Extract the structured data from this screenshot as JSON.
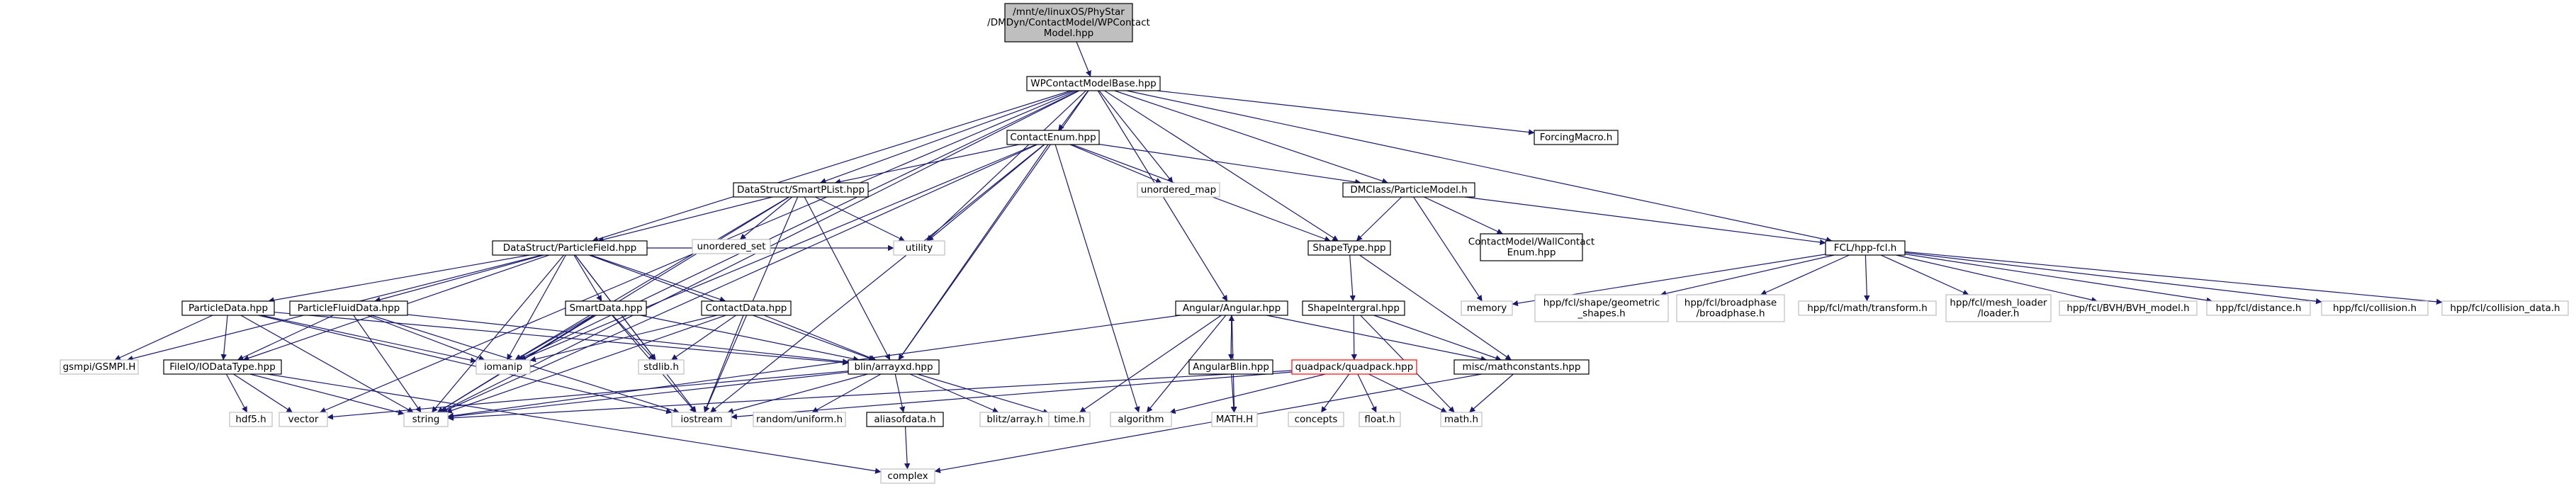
{
  "colors": {
    "edge": "#191970",
    "root_fill": "#bfbfbf",
    "root_border": "#000000",
    "documented_border": "#000000",
    "undocumented_border": "#bfbfbf",
    "truncated_border": "#ff0000",
    "text": "#000000",
    "background": "#ffffff"
  },
  "nodes": [
    {
      "id": "root",
      "lines": [
        "/mnt/e/linuxOS/PhyStar",
        "/DMDyn/ContactModel/WPContact",
        "Model.hpp"
      ],
      "kind": "root"
    },
    {
      "id": "wpbase",
      "lines": [
        "WPContactModelBase.hpp"
      ],
      "kind": "documented"
    },
    {
      "id": "forcing",
      "lines": [
        "ForcingMacro.h"
      ],
      "kind": "documented"
    },
    {
      "id": "contactenum",
      "lines": [
        "ContactEnum.hpp"
      ],
      "kind": "documented"
    },
    {
      "id": "smartplist",
      "lines": [
        "DataStruct/SmartPList.hpp"
      ],
      "kind": "documented"
    },
    {
      "id": "unordered_map",
      "lines": [
        "unordered_map"
      ],
      "kind": "system"
    },
    {
      "id": "utility",
      "lines": [
        "utility"
      ],
      "kind": "system"
    },
    {
      "id": "particlemodel",
      "lines": [
        "DMClass/ParticleModel.h"
      ],
      "kind": "documented"
    },
    {
      "id": "unordered_set",
      "lines": [
        "unordered_set"
      ],
      "kind": "system"
    },
    {
      "id": "particlefield",
      "lines": [
        "DataStruct/ParticleField.hpp"
      ],
      "kind": "documented"
    },
    {
      "id": "shapetype",
      "lines": [
        "ShapeType.hpp"
      ],
      "kind": "documented"
    },
    {
      "id": "wallcontact",
      "lines": [
        "ContactModel/WallContact",
        "Enum.hpp"
      ],
      "kind": "documented"
    },
    {
      "id": "fclhpp",
      "lines": [
        "FCL/hpp-fcl.h"
      ],
      "kind": "documented"
    },
    {
      "id": "memory",
      "lines": [
        "memory"
      ],
      "kind": "system"
    },
    {
      "id": "fcl_shape",
      "lines": [
        "hpp/fcl/shape/geometric",
        "_shapes.h"
      ],
      "kind": "system"
    },
    {
      "id": "fcl_broad",
      "lines": [
        "hpp/fcl/broadphase",
        "/broadphase.h"
      ],
      "kind": "system"
    },
    {
      "id": "fcl_transform",
      "lines": [
        "hpp/fcl/math/transform.h"
      ],
      "kind": "system"
    },
    {
      "id": "fcl_mesh",
      "lines": [
        "hpp/fcl/mesh_loader",
        "/loader.h"
      ],
      "kind": "system"
    },
    {
      "id": "fcl_bvh",
      "lines": [
        "hpp/fcl/BVH/BVH_model.h"
      ],
      "kind": "system"
    },
    {
      "id": "fcl_distance",
      "lines": [
        "hpp/fcl/distance.h"
      ],
      "kind": "system"
    },
    {
      "id": "fcl_collision",
      "lines": [
        "hpp/fcl/collision.h"
      ],
      "kind": "system"
    },
    {
      "id": "fcl_collision_data",
      "lines": [
        "hpp/fcl/collision_data.h"
      ],
      "kind": "system"
    },
    {
      "id": "particledata",
      "lines": [
        "ParticleData.hpp"
      ],
      "kind": "documented"
    },
    {
      "id": "particlefluid",
      "lines": [
        "ParticleFluidData.hpp"
      ],
      "kind": "documented"
    },
    {
      "id": "smartdata",
      "lines": [
        "SmartData.hpp"
      ],
      "kind": "documented"
    },
    {
      "id": "contactdata",
      "lines": [
        "ContactData.hpp"
      ],
      "kind": "documented"
    },
    {
      "id": "angular",
      "lines": [
        "Angular/Angular.hpp"
      ],
      "kind": "documented"
    },
    {
      "id": "shapeint",
      "lines": [
        "ShapeIntergral.hpp"
      ],
      "kind": "documented"
    },
    {
      "id": "angularblin",
      "lines": [
        "AngularBlin.hpp"
      ],
      "kind": "documented"
    },
    {
      "id": "quadpack",
      "lines": [
        "quadpack/quadpack.hpp"
      ],
      "kind": "truncated"
    },
    {
      "id": "mathconst",
      "lines": [
        "misc/mathconstants.hpp"
      ],
      "kind": "documented"
    },
    {
      "id": "gsmpi",
      "lines": [
        "gsmpi/GSMPI.H"
      ],
      "kind": "system"
    },
    {
      "id": "fileio",
      "lines": [
        "FileIO/IODataType.hpp"
      ],
      "kind": "documented"
    },
    {
      "id": "iomanip",
      "lines": [
        "iomanip"
      ],
      "kind": "system"
    },
    {
      "id": "stdlib",
      "lines": [
        "stdlib.h"
      ],
      "kind": "system"
    },
    {
      "id": "blitz",
      "lines": [
        "blin/arrayxd.hpp"
      ],
      "kind": "documented"
    },
    {
      "id": "hdf5",
      "lines": [
        "hdf5.h"
      ],
      "kind": "system"
    },
    {
      "id": "vector",
      "lines": [
        "vector"
      ],
      "kind": "system"
    },
    {
      "id": "string",
      "lines": [
        "string"
      ],
      "kind": "system"
    },
    {
      "id": "iostream",
      "lines": [
        "iostream"
      ],
      "kind": "system"
    },
    {
      "id": "random",
      "lines": [
        "random/uniform.h"
      ],
      "kind": "system"
    },
    {
      "id": "aliasof",
      "lines": [
        "aliasofdata.h"
      ],
      "kind": "documented"
    },
    {
      "id": "blitzarray",
      "lines": [
        "blitz/array.h"
      ],
      "kind": "system"
    },
    {
      "id": "timeh",
      "lines": [
        "time.h"
      ],
      "kind": "system"
    },
    {
      "id": "algorithm",
      "lines": [
        "algorithm"
      ],
      "kind": "system"
    },
    {
      "id": "mathH",
      "lines": [
        "MATH.H"
      ],
      "kind": "system"
    },
    {
      "id": "concepts",
      "lines": [
        "concepts"
      ],
      "kind": "system"
    },
    {
      "id": "floath",
      "lines": [
        "float.h"
      ],
      "kind": "system"
    },
    {
      "id": "mathh",
      "lines": [
        "math.h"
      ],
      "kind": "system"
    },
    {
      "id": "complex",
      "lines": [
        "complex"
      ],
      "kind": "system"
    }
  ],
  "edges": [
    [
      "root",
      "wpbase"
    ],
    [
      "wpbase",
      "forcing"
    ],
    [
      "wpbase",
      "contactenum"
    ],
    [
      "wpbase",
      "smartplist"
    ],
    [
      "wpbase",
      "unordered_map"
    ],
    [
      "wpbase",
      "utility"
    ],
    [
      "wpbase",
      "particlemodel"
    ],
    [
      "wpbase",
      "particlefield"
    ],
    [
      "wpbase",
      "shapetype"
    ],
    [
      "wpbase",
      "fclhpp"
    ],
    [
      "wpbase",
      "angular"
    ],
    [
      "wpbase",
      "blitz"
    ],
    [
      "wpbase",
      "iomanip"
    ],
    [
      "wpbase",
      "string"
    ],
    [
      "wpbase",
      "vector"
    ],
    [
      "contactenum",
      "smartplist"
    ],
    [
      "contactenum",
      "unordered_map"
    ],
    [
      "contactenum",
      "utility"
    ],
    [
      "contactenum",
      "particlemodel"
    ],
    [
      "contactenum",
      "shapetype"
    ],
    [
      "contactenum",
      "blitz"
    ],
    [
      "contactenum",
      "iostream"
    ],
    [
      "contactenum",
      "string"
    ],
    [
      "contactenum",
      "iomanip"
    ],
    [
      "contactenum",
      "algorithm"
    ],
    [
      "smartplist",
      "particlefield"
    ],
    [
      "smartplist",
      "unordered_set"
    ],
    [
      "smartplist",
      "utility"
    ],
    [
      "smartplist",
      "blitz"
    ],
    [
      "smartplist",
      "iomanip"
    ],
    [
      "smartplist",
      "iostream"
    ],
    [
      "smartplist",
      "string"
    ],
    [
      "particlemodel",
      "shapetype"
    ],
    [
      "particlemodel",
      "wallcontact"
    ],
    [
      "particlemodel",
      "fclhpp"
    ],
    [
      "particlemodel",
      "memory"
    ],
    [
      "shapetype",
      "shapeint"
    ],
    [
      "shapetype",
      "mathconst"
    ],
    [
      "fclhpp",
      "memory"
    ],
    [
      "fclhpp",
      "fcl_shape"
    ],
    [
      "fclhpp",
      "fcl_broad"
    ],
    [
      "fclhpp",
      "fcl_transform"
    ],
    [
      "fclhpp",
      "fcl_mesh"
    ],
    [
      "fclhpp",
      "fcl_bvh"
    ],
    [
      "fclhpp",
      "fcl_distance"
    ],
    [
      "fclhpp",
      "fcl_collision"
    ],
    [
      "fclhpp",
      "fcl_collision_data"
    ],
    [
      "particlefield",
      "particledata"
    ],
    [
      "particlefield",
      "particlefluid"
    ],
    [
      "particlefield",
      "smartdata"
    ],
    [
      "particlefield",
      "contactdata"
    ],
    [
      "particlefield",
      "gsmpi"
    ],
    [
      "particlefield",
      "fileio"
    ],
    [
      "particlefield",
      "iomanip"
    ],
    [
      "particlefield",
      "stdlib"
    ],
    [
      "particlefield",
      "blitz"
    ],
    [
      "particlefield",
      "string"
    ],
    [
      "particlefield",
      "iostream"
    ],
    [
      "particlefield",
      "utility"
    ],
    [
      "particledata",
      "gsmpi"
    ],
    [
      "particledata",
      "fileio"
    ],
    [
      "particledata",
      "iomanip"
    ],
    [
      "particledata",
      "blitz"
    ],
    [
      "particledata",
      "string"
    ],
    [
      "particledata",
      "iostream"
    ],
    [
      "particlefluid",
      "fileio"
    ],
    [
      "particlefluid",
      "iomanip"
    ],
    [
      "particlefluid",
      "blitz"
    ],
    [
      "particlefluid",
      "string"
    ],
    [
      "particlefluid",
      "iostream"
    ],
    [
      "smartdata",
      "iomanip"
    ],
    [
      "smartdata",
      "stdlib"
    ],
    [
      "smartdata",
      "blitz"
    ],
    [
      "smartdata",
      "string"
    ],
    [
      "smartdata",
      "iostream"
    ],
    [
      "contactdata",
      "iomanip"
    ],
    [
      "contactdata",
      "stdlib"
    ],
    [
      "contactdata",
      "blitz"
    ],
    [
      "contactdata",
      "string"
    ],
    [
      "contactdata",
      "iostream"
    ],
    [
      "fileio",
      "hdf5"
    ],
    [
      "fileio",
      "vector"
    ],
    [
      "fileio",
      "string"
    ],
    [
      "fileio",
      "complex"
    ],
    [
      "blitz",
      "random"
    ],
    [
      "blitz",
      "aliasof"
    ],
    [
      "blitz",
      "blitzarray"
    ],
    [
      "blitz",
      "timeh"
    ],
    [
      "blitz",
      "vector"
    ],
    [
      "blitz",
      "string"
    ],
    [
      "blitz",
      "iostream"
    ],
    [
      "aliasof",
      "complex"
    ],
    [
      "angular",
      "angularblin"
    ],
    [
      "angular",
      "mathconst"
    ],
    [
      "angular",
      "mathH"
    ],
    [
      "angular",
      "algorithm"
    ],
    [
      "angular",
      "timeh"
    ],
    [
      "angular",
      "string"
    ],
    [
      "angularblin",
      "angular"
    ],
    [
      "angularblin",
      "mathH"
    ],
    [
      "shapeint",
      "quadpack"
    ],
    [
      "shapeint",
      "mathconst"
    ],
    [
      "shapeint",
      "mathh"
    ],
    [
      "quadpack",
      "concepts"
    ],
    [
      "quadpack",
      "floath"
    ],
    [
      "quadpack",
      "mathh"
    ],
    [
      "quadpack",
      "string"
    ],
    [
      "quadpack",
      "iostream"
    ],
    [
      "quadpack",
      "algorithm"
    ],
    [
      "mathconst",
      "mathh"
    ],
    [
      "mathconst",
      "complex"
    ]
  ]
}
